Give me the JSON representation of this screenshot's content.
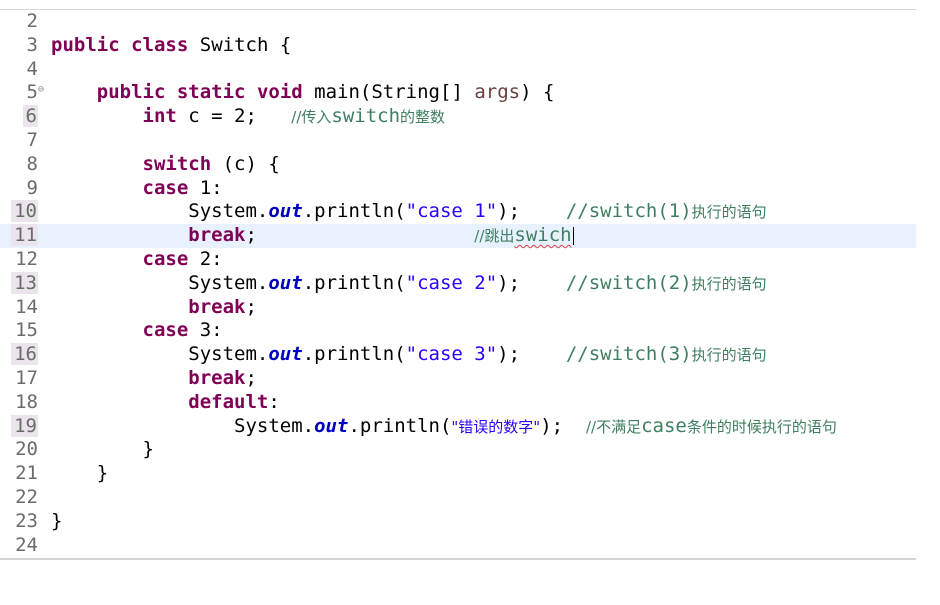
{
  "editor": {
    "lines": [
      {
        "n": "2"
      },
      {
        "n": "3",
        "kw1": "public",
        "kw2": "class",
        "name": "Switch",
        "brace": "{"
      },
      {
        "n": "4"
      },
      {
        "n": "5",
        "kw1": "public",
        "kw2": "static",
        "kw3": "void",
        "method": "main(String[]",
        "param": "args",
        "rest": ") {"
      },
      {
        "n": "6",
        "type": "int",
        "decl": "c = 2;",
        "comment_prefix": "//传入",
        "comment_mid": "switch",
        "comment_suffix": "的整数"
      },
      {
        "n": "7"
      },
      {
        "n": "8",
        "kw": "switch",
        "rest": "(c) {"
      },
      {
        "n": "9",
        "kw": "case",
        "rest": "1:"
      },
      {
        "n": "10",
        "sys": "System.",
        "field": "out",
        "call": ".println(",
        "str": "\"case 1\"",
        "end": ");",
        "comment_a": "//switch(1)",
        "comment_b": "执行的语句"
      },
      {
        "n": "11",
        "kw": "break",
        "semi": ";",
        "comment_a": "//跳出",
        "comment_b": "swich"
      },
      {
        "n": "12",
        "kw": "case",
        "rest": "2:"
      },
      {
        "n": "13",
        "sys": "System.",
        "field": "out",
        "call": ".println(",
        "str": "\"case 2\"",
        "end": ");",
        "comment_a": "//switch(2)",
        "comment_b": "执行的语句"
      },
      {
        "n": "14",
        "kw": "break",
        "semi": ";"
      },
      {
        "n": "15",
        "kw": "case",
        "rest": "3:"
      },
      {
        "n": "16",
        "sys": "System.",
        "field": "out",
        "call": ".println(",
        "str": "\"case 3\"",
        "end": ");",
        "comment_a": "//switch(3)",
        "comment_b": "执行的语句"
      },
      {
        "n": "17",
        "kw": "break",
        "semi": ";"
      },
      {
        "n": "18",
        "kw": "default",
        "semi": ":"
      },
      {
        "n": "19",
        "sys": "System.",
        "field": "out",
        "call": ".println(",
        "str": "\"错误的数字\"",
        "end": ");",
        "comment_a": "//不满足",
        "comment_b": "case",
        "comment_c": "条件的时候执行的语句"
      },
      {
        "n": "20",
        "brace": "}"
      },
      {
        "n": "21",
        "brace": "}"
      },
      {
        "n": "22"
      },
      {
        "n": "23",
        "brace": "}"
      },
      {
        "n": "24"
      }
    ]
  },
  "colors": {
    "keyword": "#7f0055",
    "string": "#2a00ff",
    "comment": "#3f7f5f",
    "field": "#0000c0",
    "current_line": "#e8f2fe"
  }
}
